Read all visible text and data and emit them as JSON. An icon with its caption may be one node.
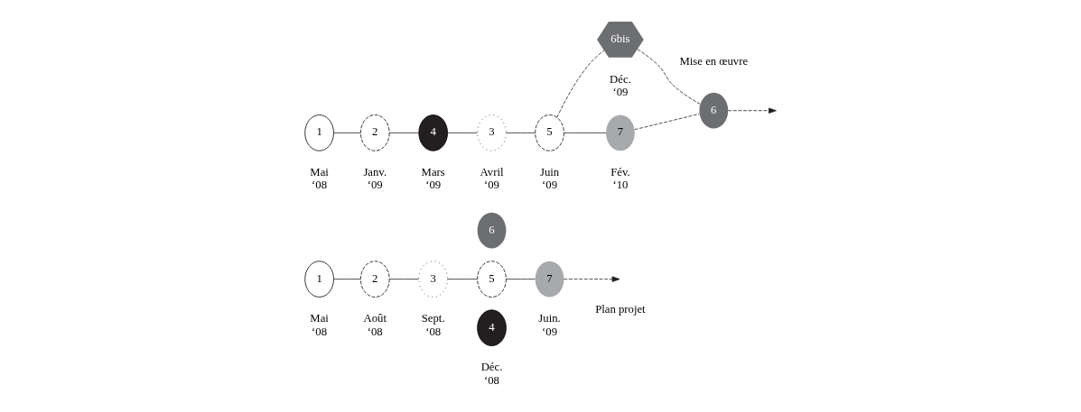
{
  "diagram": {
    "nodes": [
      {
        "text": [
          "1"
        ],
        "beside": [
          "Mai ‘08"
        ]
      },
      {
        "text": [
          "2"
        ],
        "beside": [
          "Août ‘08"
        ]
      },
      {
        "text": [
          "3"
        ],
        "beside": [
          "Sept. ‘08"
        ]
      },
      {
        "text": [
          "4"
        ],
        "beside": [
          "Déc. ‘08"
        ]
      },
      {
        "text": [
          "5"
        ]
      },
      {
        "text": [
          "6"
        ]
      },
      {
        "text": [
          "7"
        ],
        "beside": [
          "Juin. ‘09"
        ]
      },
      {
        "text": [
          "1"
        ],
        "beside": [
          "Mai ‘08"
        ]
      },
      {
        "text": [
          "2"
        ],
        "beside": [
          "Janv. ‘09"
        ]
      },
      {
        "text": [
          "4"
        ],
        "beside": [
          "Mars ‘09"
        ]
      },
      {
        "text": [
          "3"
        ],
        "beside": [
          "Avril ‘09"
        ]
      },
      {
        "text": [
          "5"
        ],
        "beside": [
          "Juin ‘09"
        ]
      },
      {
        "text": [
          "7"
        ],
        "beside": [
          "Fév. ‘10"
        ]
      },
      {
        "text": [
          "6"
        ]
      },
      {
        "text": [
          "6bis"
        ],
        "beside": [
          "Déc. ‘09"
        ]
      }
    ],
    "edges": [
      {
        "from": 0,
        "to": 1,
        "arrow": "none"
      },
      {
        "from": 1,
        "to": 2,
        "arrow": "none"
      },
      {
        "from": 2,
        "to": 4,
        "arrow": "none"
      },
      {
        "from": 4,
        "to": 6,
        "arrow": "none"
      },
      {
        "from": 6,
        "to": null,
        "arrow": "to",
        "style": "dashed"
      },
      {
        "from": 7,
        "to": 8,
        "arrow": "none"
      },
      {
        "from": 8,
        "to": 9,
        "arrow": "none"
      },
      {
        "from": 9,
        "to": 10,
        "arrow": "none"
      },
      {
        "from": 10,
        "to": 11,
        "arrow": "none"
      },
      {
        "from": 11,
        "to": 12,
        "arrow": "none"
      },
      {
        "from": 11,
        "to": 14,
        "arrow": "none",
        "style": "dashed"
      },
      {
        "from": 14,
        "to": 13,
        "arrow": "none",
        "style": "dashed"
      },
      {
        "from": 12,
        "to": 13,
        "arrow": "none",
        "style": "dashed"
      },
      {
        "from": 13,
        "to": null,
        "arrow": "to",
        "style": "dashed"
      }
    ],
    "labels": [
      "Plan projet",
      "Mise en œuvre"
    ]
  }
}
